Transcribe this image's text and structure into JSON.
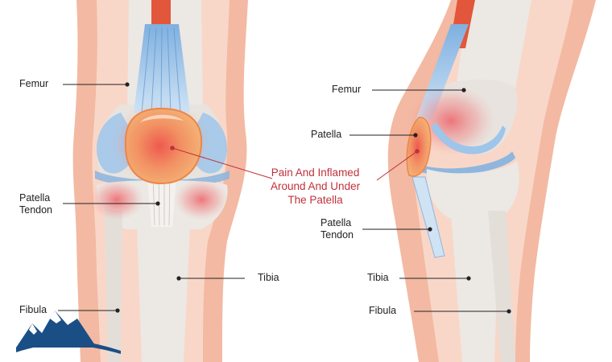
{
  "front_view": {
    "labels": {
      "femur": "Femur",
      "patella_tendon": "Patella\nTendon",
      "tibia": "Tibia",
      "fibula": "Fibula"
    }
  },
  "side_view": {
    "labels": {
      "femur": "Femur",
      "patella": "Patella",
      "patella_tendon": "Patella\nTendon",
      "tibia": "Tibia",
      "fibula": "Fibula"
    }
  },
  "callout": {
    "line1": "Pain And Inflamed",
    "line2": "Around And Under",
    "line3": "The Patella"
  },
  "colors": {
    "skin": "#f3b9a2",
    "skin_light": "#f9d7c8",
    "bone": "#ece8e4",
    "cartilage_blue": "#9ec5ea",
    "muscle_red": "#e2563b",
    "patella_orange": "#f0a25c",
    "inflammation": "#ef4f58",
    "callout_red": "#c0313a",
    "logo_blue": "#1a4f86"
  },
  "logo": {
    "icon": "mountain-logo-icon"
  }
}
